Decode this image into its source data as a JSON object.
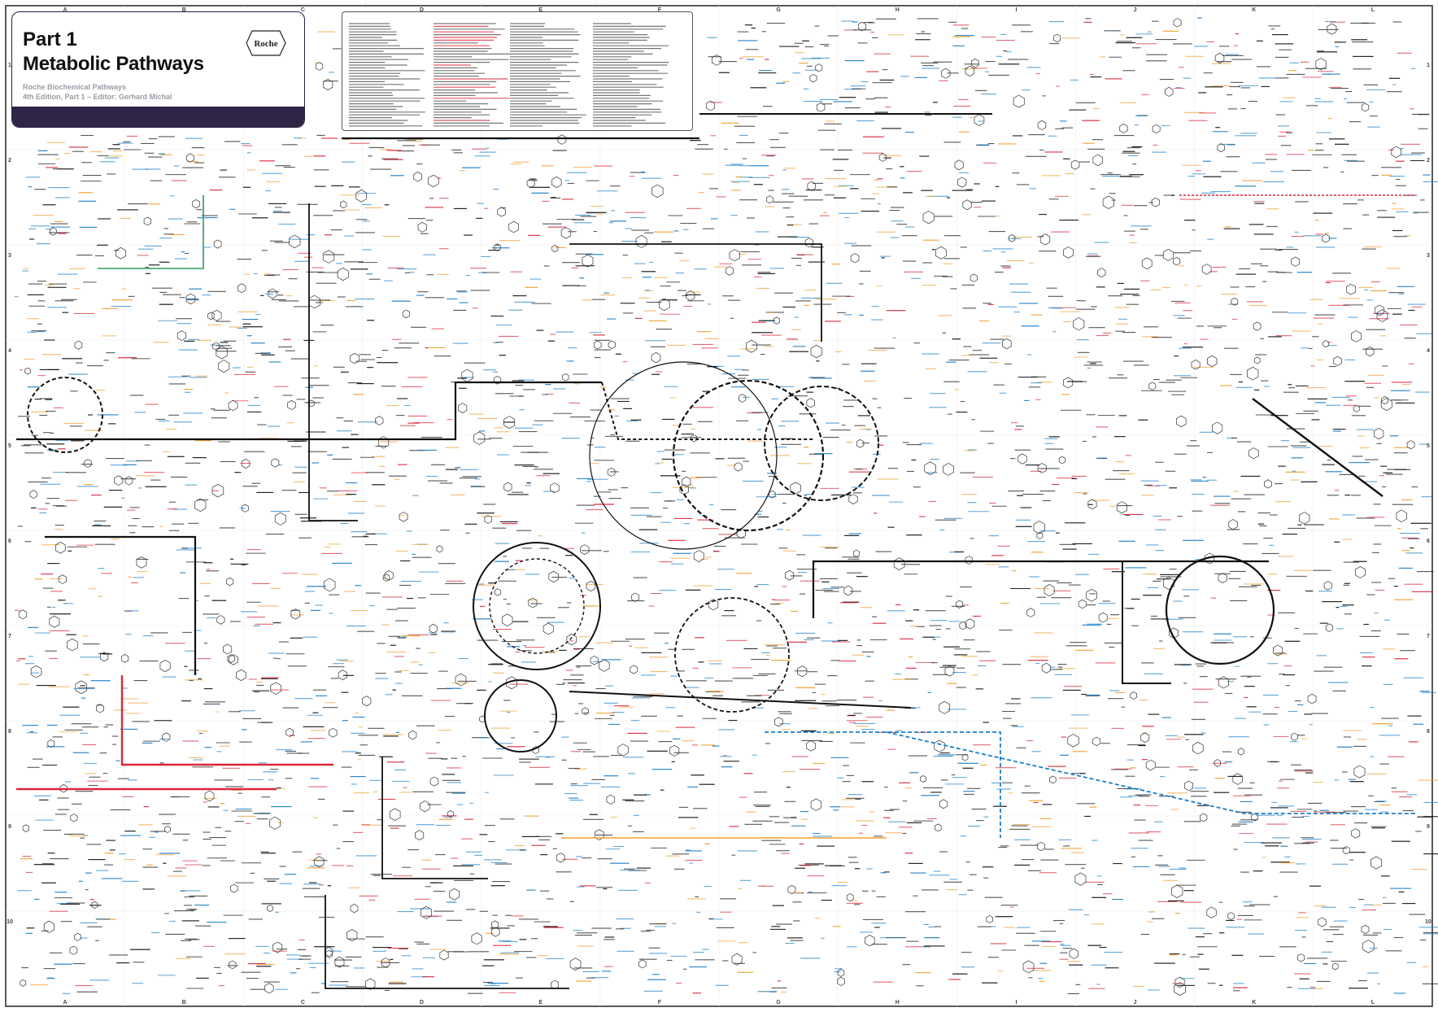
{
  "title": {
    "part": "Part 1",
    "main": "Metabolic Pathways",
    "subtitle1": "Roche Biochemical Pathways",
    "subtitle2": "4th Edition, Part 1 – Editor: Gerhard Michal",
    "logo_text": "Roche"
  },
  "legend": {
    "heading": ""
  },
  "grid": {
    "columns": [
      "A",
      "B",
      "C",
      "D",
      "E",
      "F",
      "G",
      "H",
      "I",
      "J",
      "K",
      "L"
    ],
    "rows": [
      "1",
      "2",
      "3",
      "4",
      "5",
      "6",
      "7",
      "8",
      "9",
      "10"
    ]
  },
  "colors": {
    "black": "#111111",
    "enzyme_blue": "#1b7fc9",
    "cofactor_red": "#d8283a",
    "regulation_orange": "#f0a030",
    "pathway_green": "#2a9d5a",
    "title_band": "#2f2547",
    "grey_text": "#9a9aa6"
  }
}
